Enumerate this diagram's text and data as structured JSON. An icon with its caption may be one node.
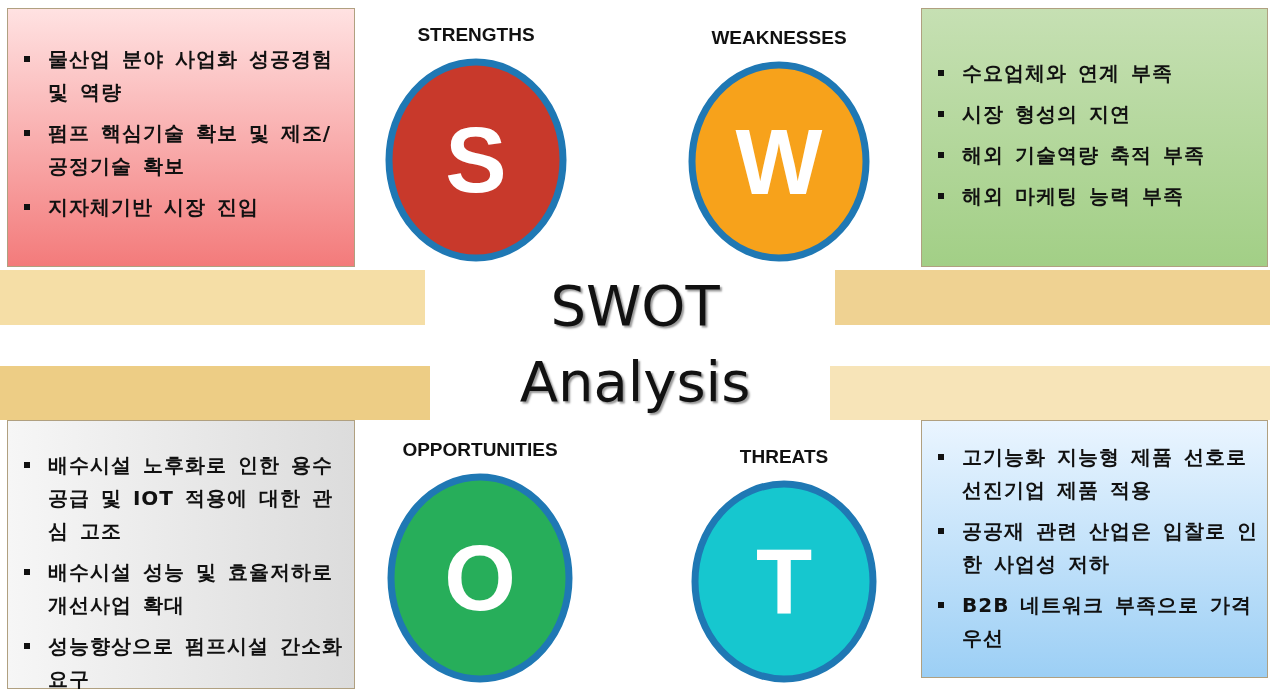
{
  "diagram": {
    "title": "SWOT Analysis",
    "nodes": [
      {
        "text": [
          "물산업 분야 사업화 성공경험 및 역량",
          "펌프 핵심기술 확보 및 제조/공정기술 확보",
          "지자체기반 시장 진입"
        ]
      },
      {
        "text": [
          "STRENGTHS",
          "S"
        ]
      },
      {
        "text": [
          "WEAKNESSES",
          "W"
        ]
      },
      {
        "text": [
          "수요업체와 연계 부족",
          "시장 형성의 지연",
          "해외 기술역량 축적 부족",
          "해외 마케팅 능력 부족"
        ]
      },
      {
        "text": [
          "배수시설 노후화로 인한 용수공급 및 IOT 적용에 대한 관심 고조",
          "배수시설 성능 및 효율저하로 개선사업 확대",
          "성능향상으로 펌프시설 간소화 요구"
        ]
      },
      {
        "text": [
          "OPPORTUNITIES",
          "O"
        ]
      },
      {
        "text": [
          "THREATS",
          "T"
        ]
      },
      {
        "text": [
          "고기능화 지능형 제품 선호로 선진기업 제품 적용",
          "공공재 관련 산업은 입찰로 인한 사업성 저하",
          "B2B 네트워크 부족으로 가격 우선"
        ]
      }
    ]
  }
}
